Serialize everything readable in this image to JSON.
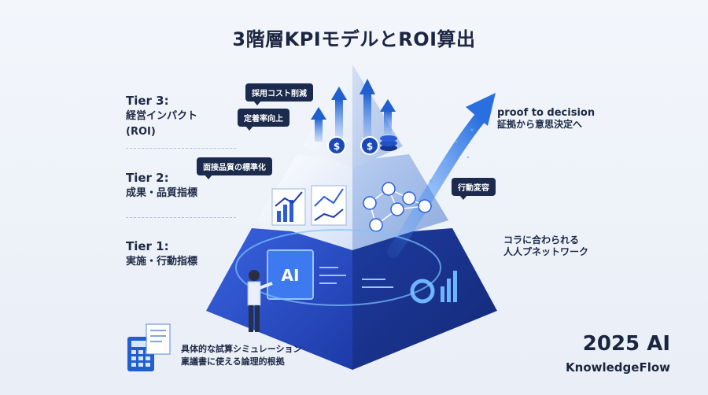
{
  "title": "3階層KPIモデルとROI算出",
  "tiers": [
    {
      "name": "Tier 3:",
      "lines": [
        "経営インパクト",
        "(ROI)"
      ]
    },
    {
      "name": "Tier 2:",
      "lines": [
        "成果・品質指標"
      ]
    },
    {
      "name": "Tier 1:",
      "lines": [
        "実施・行動指標"
      ]
    }
  ],
  "bubbles": {
    "hiring_cost": "採用コスト削減",
    "retention": "定着率向上",
    "interview_quality": "面接品質の標準化",
    "behavior_change": "行動変容"
  },
  "right_notes": {
    "proof_en": "proof to decision",
    "proof_jp": "証拠から意思決定へ",
    "network_line1": "コラに合わられる",
    "network_line2": "人人プネットワーク"
  },
  "bottom_note": {
    "line1": "具体的な試算シミュレーション",
    "line2": "稟議書に使える論理的根拠"
  },
  "brand": {
    "year": "2025 AI",
    "name": "KnowledgeFlow"
  },
  "icons": {
    "ai_label": "AI"
  },
  "colors": {
    "tier1": "#2448c8",
    "tier2": "#c9d8f3",
    "tier3": "#e6edf9",
    "accent": "#2f7de0",
    "dark": "#1b2a4d"
  }
}
